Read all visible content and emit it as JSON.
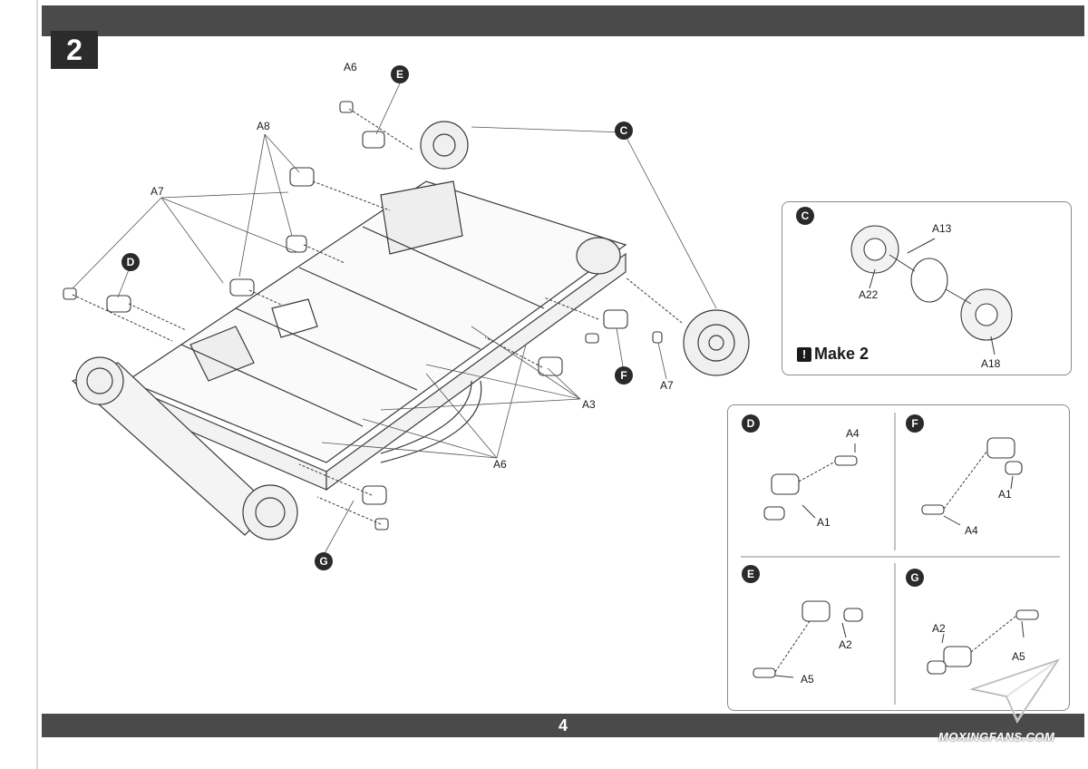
{
  "step_number": "2",
  "page_number": "4",
  "watermark": "MOXINGFANS.COM",
  "main_callouts": {
    "E": "E",
    "D": "D",
    "C": "C",
    "F": "F",
    "G": "G"
  },
  "main_labels": {
    "a6_top": "A6",
    "a8": "A8",
    "a7_left": "A7",
    "a7_right": "A7",
    "a3": "A3",
    "a6_bottom": "A6"
  },
  "panel_c": {
    "id": "C",
    "labels": {
      "a13": "A13",
      "a22": "A22",
      "a18": "A18"
    },
    "make_note_text": "Make 2",
    "make_note_mark": "!"
  },
  "panel_d": {
    "id": "D",
    "labels": {
      "a4": "A4",
      "a1": "A1"
    }
  },
  "panel_f": {
    "id": "F",
    "labels": {
      "a1": "A1",
      "a4": "A4"
    }
  },
  "panel_e": {
    "id": "E",
    "labels": {
      "a2": "A2",
      "a5": "A5"
    }
  },
  "panel_g": {
    "id": "G",
    "labels": {
      "a2": "A2",
      "a5": "A5"
    }
  },
  "colors": {
    "bar": "#4a4a4a",
    "callout": "#2a2a2a",
    "line_art": "#3a3a3a"
  }
}
